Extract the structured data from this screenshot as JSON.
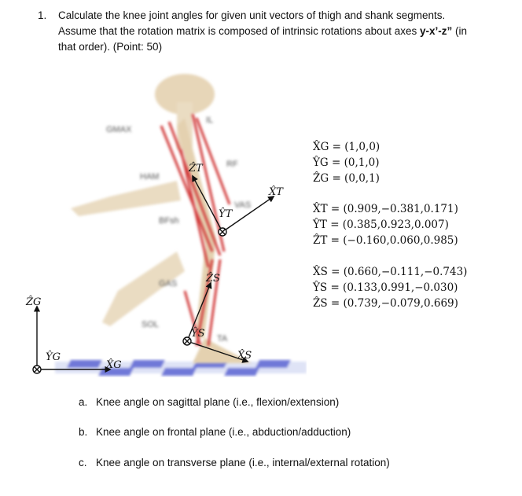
{
  "question": {
    "number": "1.",
    "line1": "Calculate the knee joint angles for given unit vectors of thigh and shank segments.",
    "line2_pre": "Assume that the rotation matrix is composed of intrinsic rotations about axes ",
    "line2_bold": "y-x’-z”",
    "line2_post": " (in",
    "line3": "that order). (Point: 50)"
  },
  "figure": {
    "muscles": [
      "GMAX",
      "IL",
      "RF",
      "HAM",
      "VAS",
      "BFsh",
      "GAS",
      "SOL",
      "TA"
    ],
    "axis_labels": {
      "ZG": "ẐG",
      "YG": "ŶG",
      "XG": "X̂G",
      "ZT": "ẐT",
      "YT": "ŶT",
      "XT": "X̂T",
      "ZS": "ẐS",
      "YS": "ŶS",
      "XS": "X̂S"
    }
  },
  "vectors": {
    "XG": "X̂G = (1,0,0)",
    "YG": "ŶG = (0,1,0)",
    "ZG": "ẐG = (0,0,1)",
    "XT": "X̂T = (0.909,−0.381,0.171)",
    "YT": "ŶT = (0.385,0.923,0.007)",
    "ZT": "ẐT = (−0.160,0.060,0.985)",
    "XS": "X̂S = (0.660,−0.111,−0.743)",
    "YS": "ŶS = (0.133,0.991,−0.030)",
    "ZS": "ẐS = (0.739,−0.079,0.669)"
  },
  "subquestions": [
    {
      "label": "a.",
      "text": "Knee angle on sagittal plane (i.e., flexion/extension)"
    },
    {
      "label": "b.",
      "text": "Knee angle on frontal plane (i.e., abduction/adduction)"
    },
    {
      "label": "c.",
      "text": "Knee angle on transverse plane (i.e., internal/external rotation)"
    }
  ]
}
